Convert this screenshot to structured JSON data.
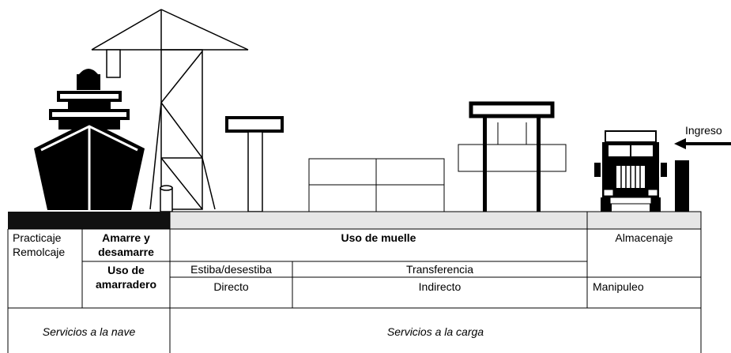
{
  "arrow_label": "Ingreso",
  "table": {
    "practicaje": "Practicaje",
    "remolcaje": "Remolcaje",
    "amarre_line1": "Amarre y",
    "amarre_line2": "desamarre",
    "uso_amarradero_line1": "Uso de",
    "uso_amarradero_line2": "amarradero",
    "uso_muelle": "Uso de muelle",
    "almacenaje": "Almacenaje",
    "estiba": "Estiba/desestiba",
    "transferencia": "Transferencia",
    "directo": "Directo",
    "indirecto": "Indirecto",
    "manipuleo": "Manipuleo",
    "servicios_nave": "Servicios a la nave",
    "servicios_carga": "Servicios a la carga"
  },
  "colors": {
    "ink": "#000000",
    "quay_fill": "#e6e6e6",
    "ship_quay_fill": "#111111",
    "light_box": "#ffffff"
  }
}
